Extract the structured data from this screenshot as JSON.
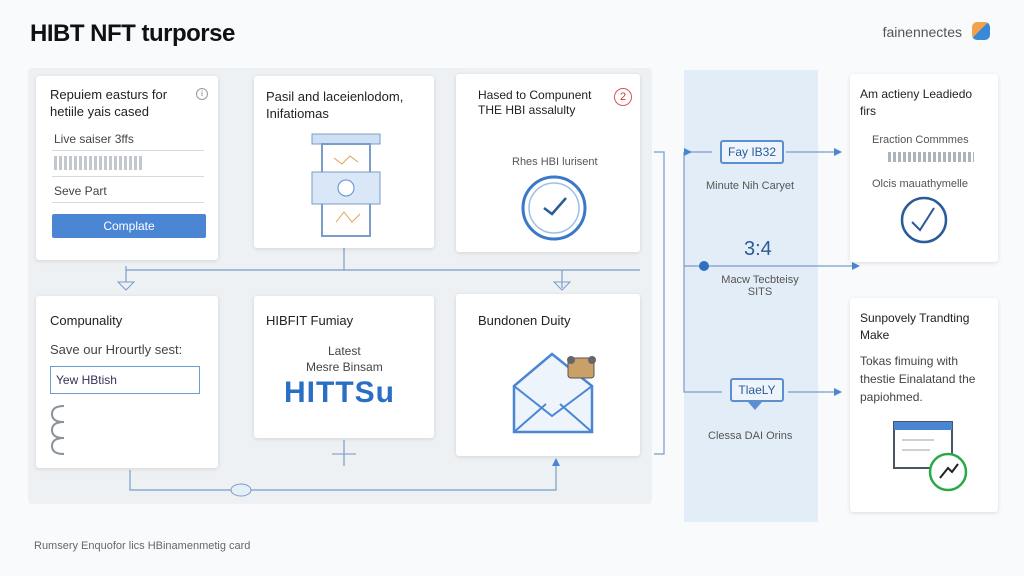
{
  "header": {
    "title": "HIBT NFT turporse",
    "brand": "fainennectes"
  },
  "cards": {
    "c1": {
      "title": "Repuiem easturs for hetiile yais cased",
      "field1": "Live saiser 3ffs",
      "field3": "Seve Part",
      "button": "Complate"
    },
    "c2": {
      "title": "Pasil and laceienlodom, Inifatiomas"
    },
    "c3": {
      "title": "Hased to Compunent THE HBI assalulty",
      "badge": "2",
      "caption": "Rhes HBI lurisent"
    },
    "c4": {
      "title": "Compunality",
      "subtitle": "Save our Hrourtly sest:",
      "input": "Yew HBtish"
    },
    "c5": {
      "title": "HIBFIT Fumiay",
      "line1": "Latest",
      "line2": "Mesre Binsam",
      "logo": "HITTSu"
    },
    "c6": {
      "title": "Bundonen Duity"
    },
    "r1": {
      "title": "Am actieny Leadiedo firs",
      "line1": "Eraction Commmes",
      "line2": "Olcis mauathymelle"
    },
    "r2": {
      "title": "Sunpovely Trandting Make",
      "body": "Tokas fimuing with thestie Einalatand the papiohmed."
    }
  },
  "flow": {
    "node1": "Fay IB32",
    "node1_caption": "Minute Nih Caryet",
    "node2": "3:4",
    "node2_caption": "Macw Tecbteisy SITS",
    "node3": "TlaeLY",
    "node3_caption": "Clessa DAI Orins"
  },
  "footer": "Rumsery Enquofor lics HBinamenmetig card",
  "colors": {
    "accent": "#4a86d4",
    "panel": "#eef1f4",
    "strip": "#e3edf7"
  }
}
